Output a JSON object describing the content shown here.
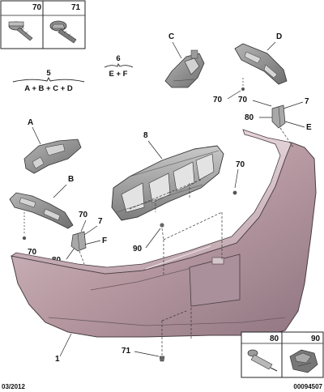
{
  "diagram": {
    "callouts": {
      "c70_box": "70",
      "c71_box": "71",
      "c5": "5",
      "c5_formula": "A + B + C + D",
      "c6": "6",
      "c6_formula": "E + F",
      "cC": "C",
      "cD": "D",
      "c70_d": "70",
      "c70_e": "70",
      "c7_e": "7",
      "c80_e": "80",
      "cE": "E",
      "cA": "A",
      "c8": "8",
      "cB": "B",
      "c70_mid": "70",
      "c70_b": "70",
      "c7_f": "7",
      "cF": "F",
      "c80_f": "80",
      "c70_left": "70",
      "c90": "90",
      "c1": "1",
      "c71_bottom": "71",
      "c80_box": "80",
      "c90_box": "90"
    },
    "footer": {
      "date": "03/2012",
      "reference": "00094507"
    }
  }
}
